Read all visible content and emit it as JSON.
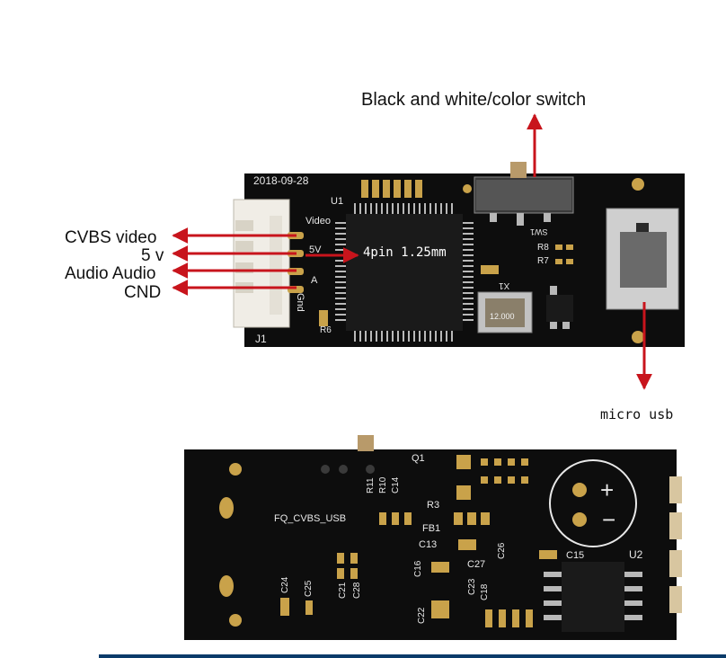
{
  "labels": {
    "switch": "Black and white/color switch",
    "cvbs": "CVBS video",
    "power": "5 v",
    "audio": "Audio Audio",
    "ground": "CND",
    "micro_usb": "micro usb",
    "connector": "4pin 1.25mm"
  },
  "pcb_top": {
    "date": "2018-09-28",
    "u1": "U1",
    "video": "Video",
    "five_v": "5V",
    "a": "A",
    "gnd": "Gnd",
    "j1": "J1",
    "r6": "R6",
    "r8": "R8",
    "r7": "R7",
    "sw": "SW1",
    "x1": "X1",
    "crystal": "12.000"
  },
  "pcb_bottom": {
    "board_name": "FQ_CVBS_USB",
    "q1": "Q1",
    "r11": "R11",
    "r10": "R10",
    "c14": "C14",
    "r3": "R3",
    "fb1": "FB1",
    "c13": "C13",
    "c16": "C16",
    "c27": "C27",
    "c26": "C26",
    "c24": "C24",
    "c25": "C25",
    "c21": "C21",
    "c28": "C28",
    "c22": "C22",
    "c23": "C23",
    "c18": "C18",
    "c15": "C15",
    "u2": "U2",
    "plus": "+",
    "minus": "−"
  },
  "colors": {
    "arrow": "#c8141c",
    "pcb": "#0d0d0d",
    "silkscreen": "#e8e8e8",
    "pad": "#c9a24a"
  }
}
